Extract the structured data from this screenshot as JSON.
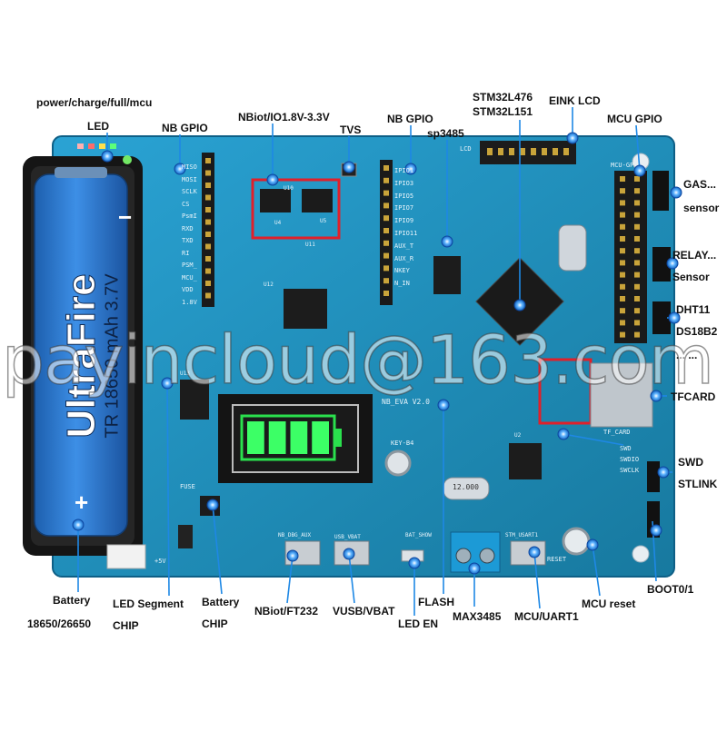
{
  "labels": {
    "power_line": "power/charge/full/mcu",
    "led": "LED",
    "nb_gpio_left": "NB GPIO",
    "nbiot_io": "NBiot/IO1.8V-3.3V",
    "tvs": "TVS",
    "nb_gpio_mid": "NB GPIO",
    "sp3485": "sp3485",
    "stm32l476": "STM32L476",
    "stm32l151": "STM32L151",
    "eink_lcd": "EINK LCD",
    "mcu_gpio": "MCU GPIO",
    "gas": "GAS...",
    "gas_sensor": "sensor",
    "relay": "RELAY...",
    "relay_sensor": "Sensor",
    "dht11": "DHT11",
    "ds18b2": "DS18B2",
    "dots": "... ...",
    "tfcard": "TFCARD",
    "swd": "SWD",
    "stlink": "STLINK",
    "boot": "BOOT0/1",
    "mcu_reset": "MCU reset",
    "mcu_uart": "MCU/UART1",
    "max3485": "MAX3485",
    "flash": "FLASH",
    "led_en": "LED EN",
    "vusb": "VUSB/VBAT",
    "nbiot_ft232": "NBiot/FT232",
    "battery_chip": "Battery",
    "battery_chip2": "CHIP",
    "led_segment": "LED Segment",
    "led_segment_chip": "CHIP",
    "battery": "Battery",
    "battery_size": "18650/26650"
  },
  "battery_cell": {
    "brand": "UltraFire",
    "model_text": "TR 18650 ",
    "capacity_text": "mAh 3.7V",
    "plus": "+",
    "minus": "−"
  },
  "silkscreen": {
    "left_pins": [
      "MISO",
      "MOSI",
      "SCLK",
      "CS",
      "PsmI",
      "RXD",
      "TXD",
      "RI",
      "PSM_",
      "MCU_",
      "VDD",
      "1.8V"
    ],
    "mid_pins": [
      "IPIO1",
      "IPIO3",
      "IPIO5",
      "IPIO7",
      "IPIO9",
      "IPIO11",
      "AUX_T",
      "AUX_R",
      "NKEY",
      "N_IN"
    ],
    "board_name": "NB_EVA V2.0",
    "key": "KEY-B4",
    "fuse": "FUSE",
    "tfcard": "TF_CARD",
    "reset": "RESET",
    "swd_pins": [
      "SWD",
      "SWDIO",
      "SWCLK"
    ],
    "mcu_header": "MCU-GP",
    "lcd": "LCD",
    "bat_show": "BAT_SHOW",
    "nb_dbg": "NB_DBG_AUX",
    "stm_usart": "STM_USART1",
    "usb_vbat": "USB_VBAT",
    "crystal": "12.000",
    "plus5v": "+5V",
    "chip_codes": [
      "U10",
      "U11",
      "U12",
      "U13",
      "U2",
      "U4",
      "U5"
    ]
  },
  "battery_indicator": {
    "bars_lit": 4,
    "bars_total": 4
  },
  "watermark": "payincloud@163.com",
  "colors": {
    "pcb": "#1f8fc0",
    "pcb_dark": "#0e5f86",
    "header": "#1a1a1a",
    "battery_body": "#2f7fd8",
    "led_green": "#3cff66",
    "highlight_box": "#e0202a",
    "pointer_dot": "#1e88e5"
  }
}
